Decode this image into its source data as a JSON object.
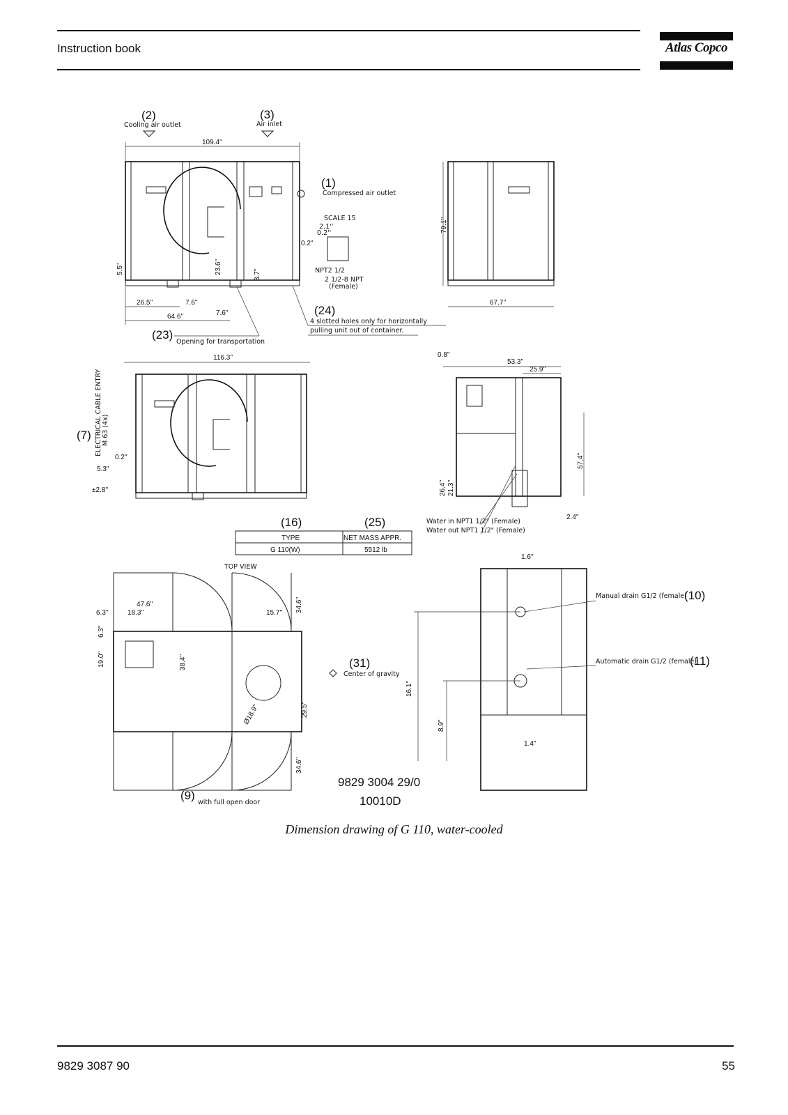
{
  "header": {
    "title": "Instruction book",
    "brand": "Atlas Copco"
  },
  "drawing": {
    "callouts": {
      "c1": "(1)",
      "c1_text": "Compressed air outlet",
      "c2": "(2)",
      "c2_text": "Cooling air outlet",
      "c3": "(3)",
      "c3_text": "Air inlet",
      "c7": "(7)",
      "c7_text": "ELECTRICAL CABLE ENTRY",
      "c9": "(9)",
      "c9_text": "with full open door",
      "c10": "(10)",
      "c10_text": "Manual drain G1/2 (female)",
      "c11": "(11)",
      "c11_text": "Automatic drain G1/2 (female)",
      "c16": "(16)",
      "c23": "(23)",
      "c23_text": "Opening for transportation",
      "c24": "(24)",
      "c24_text_1": "4 slotted holes only for horizontally",
      "c24_text_2": "pulling unit out of container.",
      "c25": "(25)",
      "c31": "(31)",
      "c31_text": "Center of gravity"
    },
    "dims": {
      "front_width": "109.4''",
      "front_a": "26.5''",
      "front_b": "7.6''",
      "front_c": "64.6''",
      "front_d": "7.6''",
      "front_h1": "5.5''",
      "front_h2": "23.6''",
      "front_h3": "3.7''",
      "front_h4": "0.2''",
      "scale": "SCALE 15",
      "scale_a": "2.1''",
      "scale_b": "0.2''",
      "npt": "NPT2 1/2",
      "npt2": "2 1/2-8 NPT",
      "npt2b": "(Female)",
      "side_height": "79.1''",
      "side_width": "67.7''",
      "rear_width": "116.3''",
      "rear_a": "0.2''",
      "rear_b": "5.3''",
      "rear_c": "±2.8''",
      "right_a": "0.8''",
      "right_b": "53.3''",
      "right_c": "25.9''",
      "right_d": "57.4''",
      "right_e": "26.4''",
      "right_f": "21.3''",
      "right_g": "2.4''",
      "water_in": "Water in NPT1 1/2\" (Female)",
      "water_out": "Water out NPT1 1/2\" (Female)",
      "top_view": "TOP VIEW",
      "top_a": "47.6''",
      "top_b": "18.3''",
      "top_c": "6.3''",
      "top_d": "15.7''",
      "top_e": "34.6''",
      "top_f": "6.3''",
      "top_g": "19.0''",
      "top_h": "38.4''",
      "top_i": "29.5''",
      "top_j": "34.6''",
      "top_k": "Ø18.9''",
      "drain_a": "1.6''",
      "drain_b": "16.1''",
      "drain_c": "8.9''",
      "drain_d": "1.4''",
      "cable": "M 63 (4x)"
    },
    "table": {
      "type_header": "TYPE",
      "mass_header": "NET MASS APPR.",
      "type_value": "G  110(W)",
      "mass_value": "5512  lb"
    },
    "doc_number": "9829 3004 29/0",
    "doc_code": "10010D"
  },
  "caption": "Dimension drawing of G 110, water-cooled",
  "footer": {
    "doc_number": "9829 3087 90",
    "page_number": "55"
  }
}
